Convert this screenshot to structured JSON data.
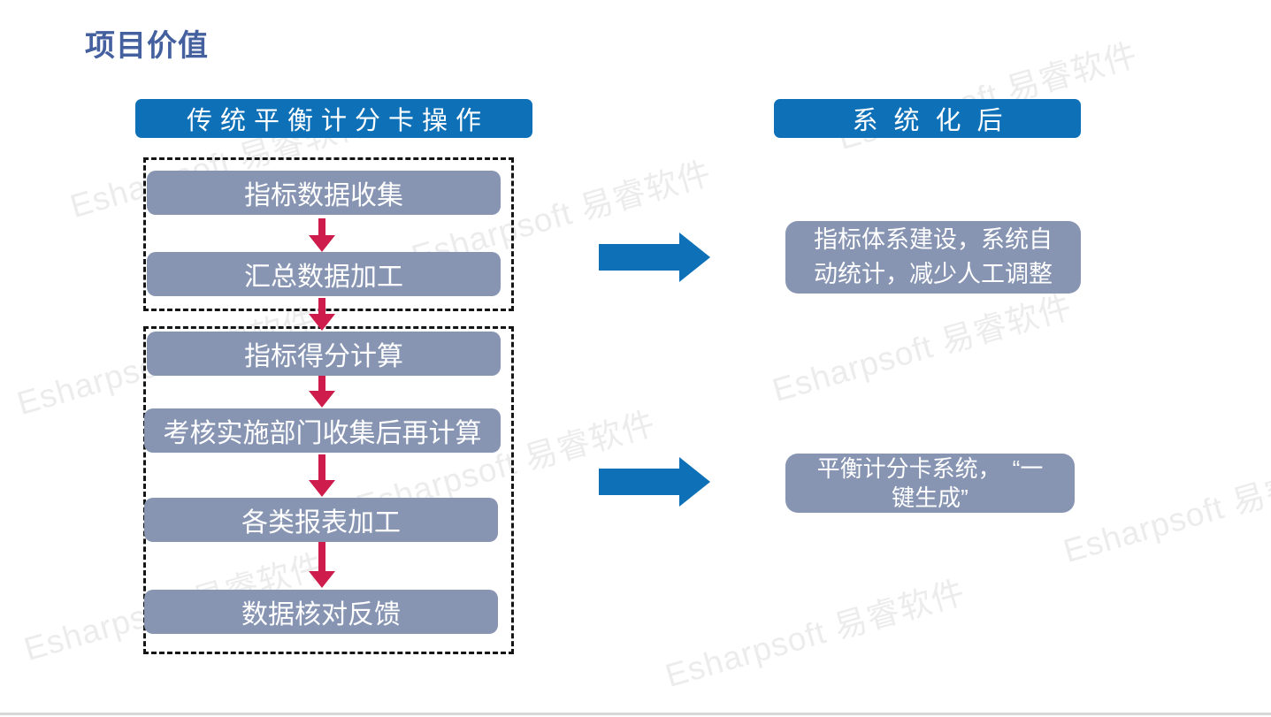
{
  "slide": {
    "title": "项目价值"
  },
  "headers": {
    "left": "传统平衡计分卡操作",
    "right": "系统化后"
  },
  "flow_groups": {
    "group1": {
      "steps": [
        "指标数据收集",
        "汇总数据加工"
      ]
    },
    "group2": {
      "steps": [
        "指标得分计算",
        "考核实施部门收集后再计算",
        "各类报表加工",
        "数据核对反馈"
      ]
    }
  },
  "results": [
    {
      "line1": "指标体系建设，系统自",
      "line2": "动统计，减少人工调整"
    },
    {
      "line1": "平衡计分卡系统，　“一",
      "line2": "键生成”"
    }
  ],
  "watermark_text": "Esharpsoft 易睿软件",
  "colors": {
    "header_blue": "#0e71b7",
    "step_box_gray": "#8795b3",
    "down_arrow_red": "#ce1c4d",
    "title_blue": "#44609f",
    "watermark_gray": "#ececec",
    "dashed_border": "#151515"
  }
}
